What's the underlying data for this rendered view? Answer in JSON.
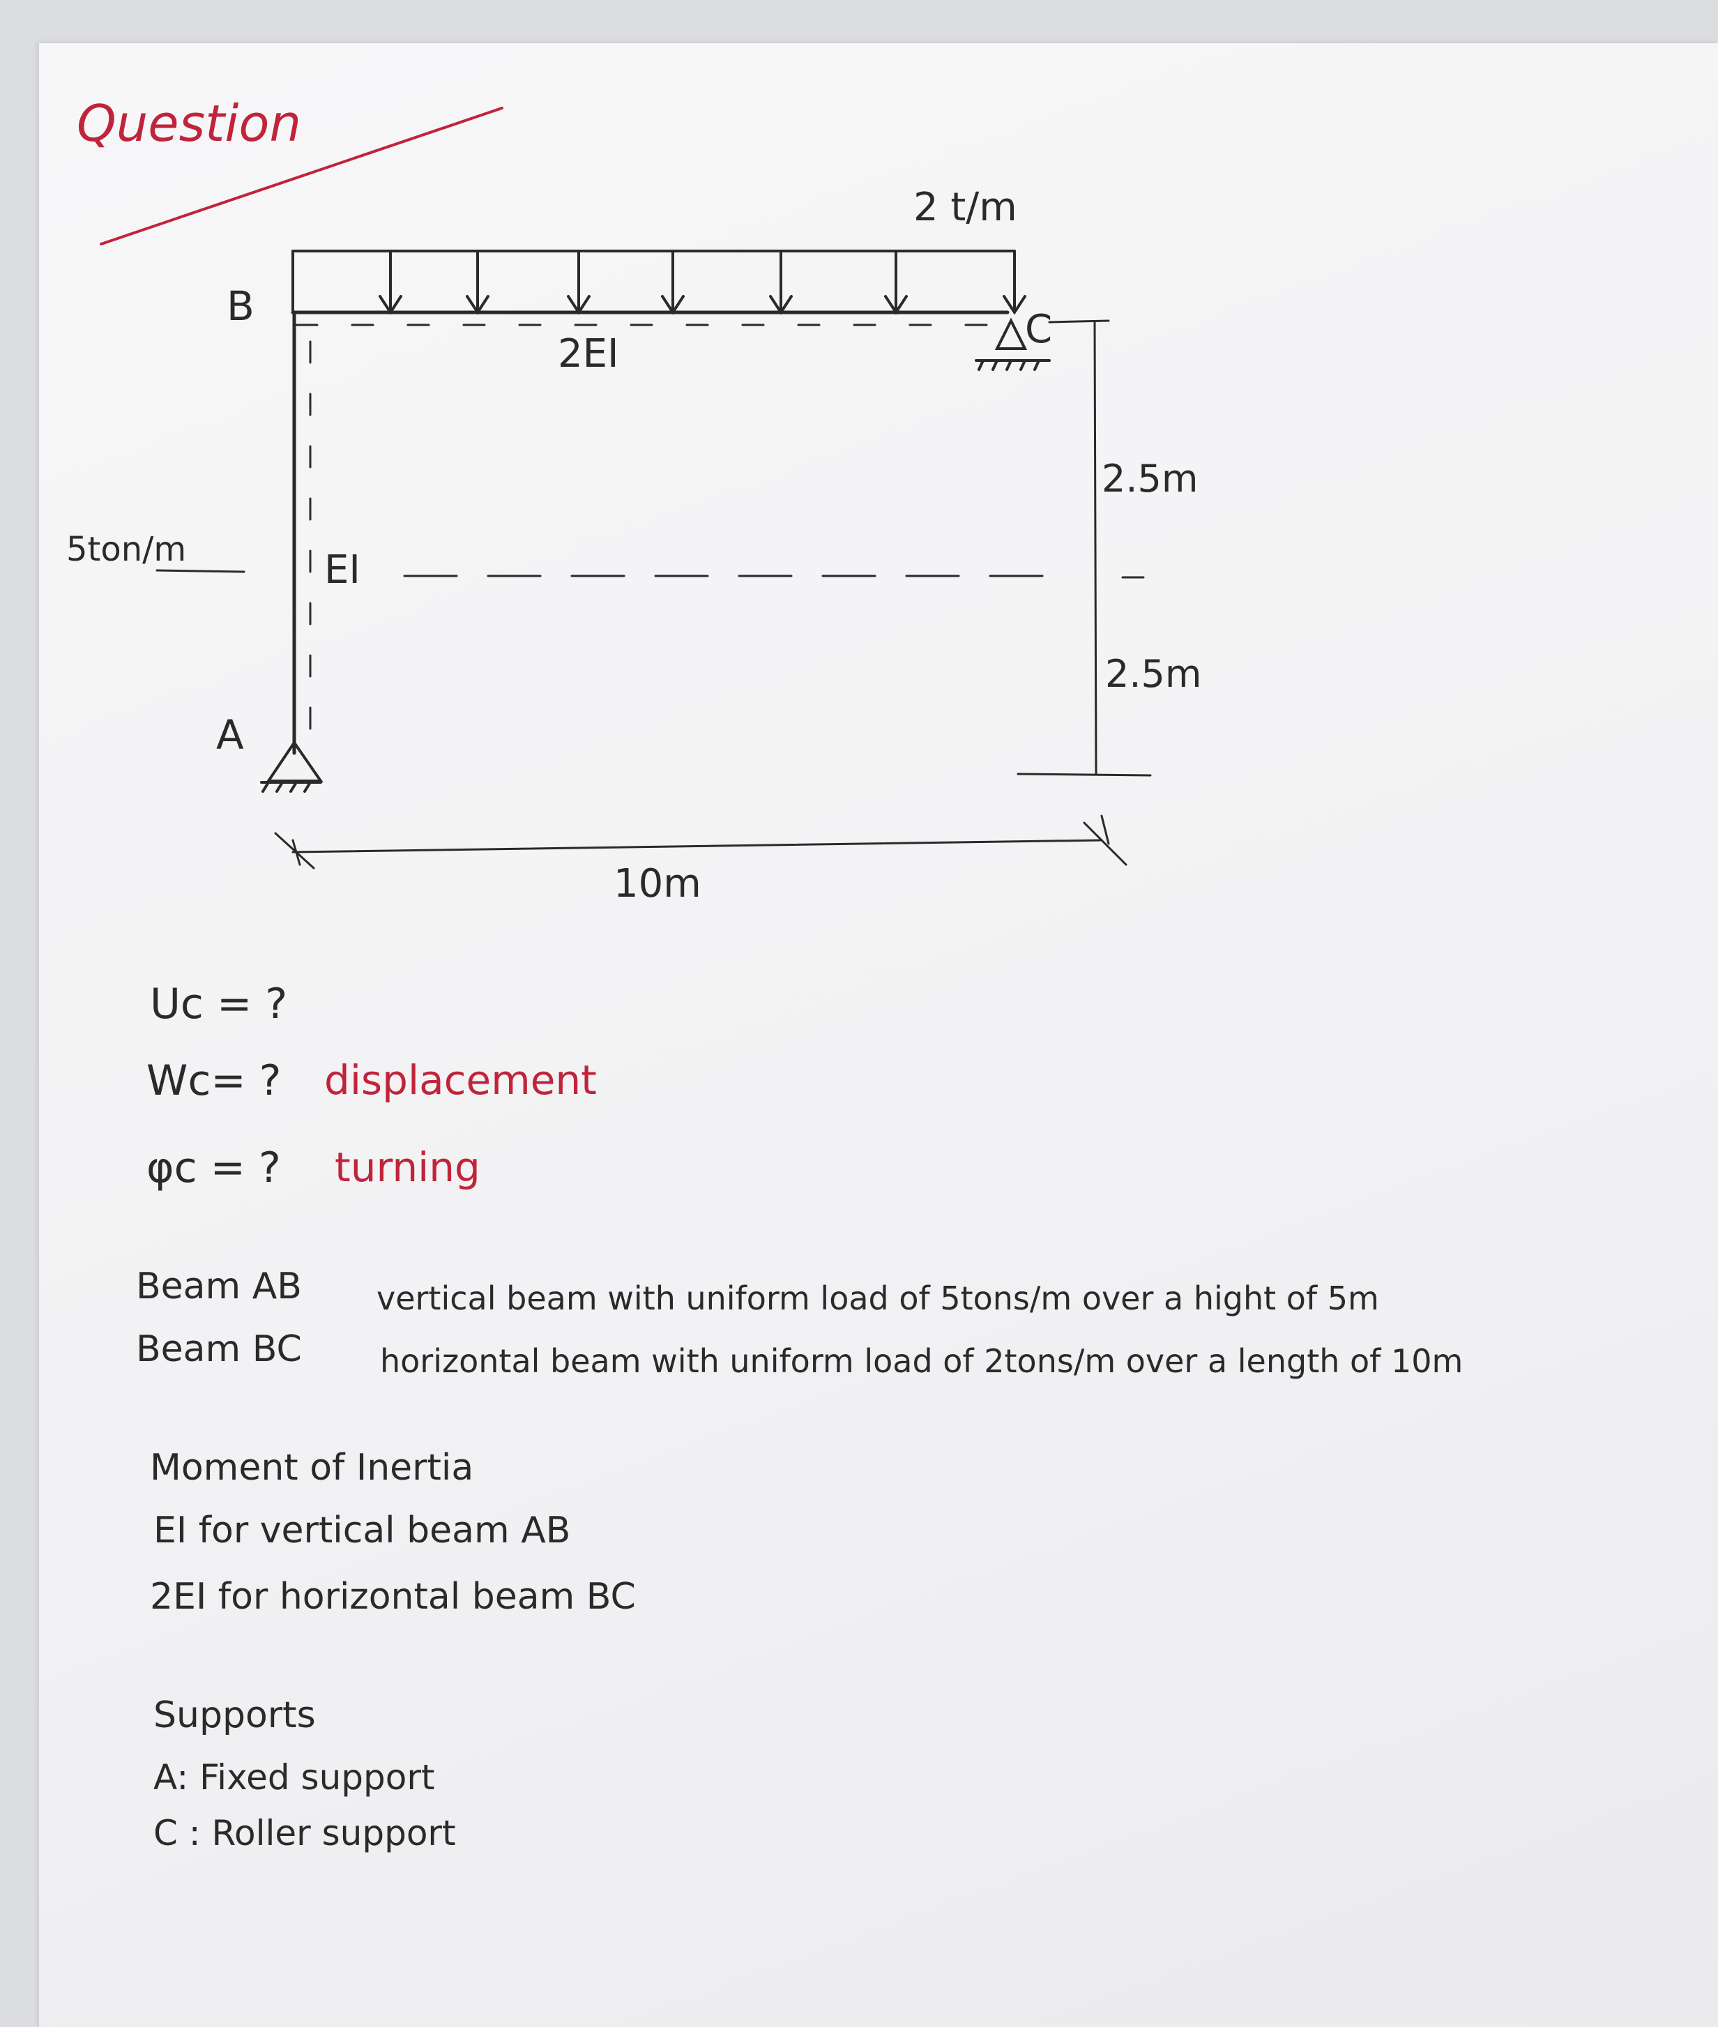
{
  "heading": "Question",
  "diagram": {
    "label_B": "B",
    "label_A": "A",
    "label_C": "C",
    "load_top": "2 t/m",
    "load_left": "5ton/m",
    "stiffness_horizontal": "2EI",
    "stiffness_vertical": "EI",
    "dim_upper": "2.5m",
    "dim_lower": "2.5m",
    "dim_span": "10m"
  },
  "questions": [
    {
      "label": "Uc = ?",
      "note": ""
    },
    {
      "label": "Wc= ?",
      "note": "displacement"
    },
    {
      "label": "φc = ?",
      "note": "turning"
    }
  ],
  "beams": [
    {
      "name": "Beam AB",
      "desc": "vertical beam with uniform load of 5tons/m over a hight of 5m"
    },
    {
      "name": "Beam BC",
      "desc": "horizontal beam with uniform load of 2tons/m over a length of 10m"
    }
  ],
  "inertia": {
    "title": "Moment of Inertia",
    "lines": [
      "EI for vertical beam AB",
      "2EI for horizontal beam BC"
    ]
  },
  "supports": {
    "title": "Supports",
    "lines": [
      "A: Fixed support",
      "C : Roller support"
    ]
  },
  "colors": {
    "ink": "#2a2a2a",
    "accent": "#c0243b"
  }
}
